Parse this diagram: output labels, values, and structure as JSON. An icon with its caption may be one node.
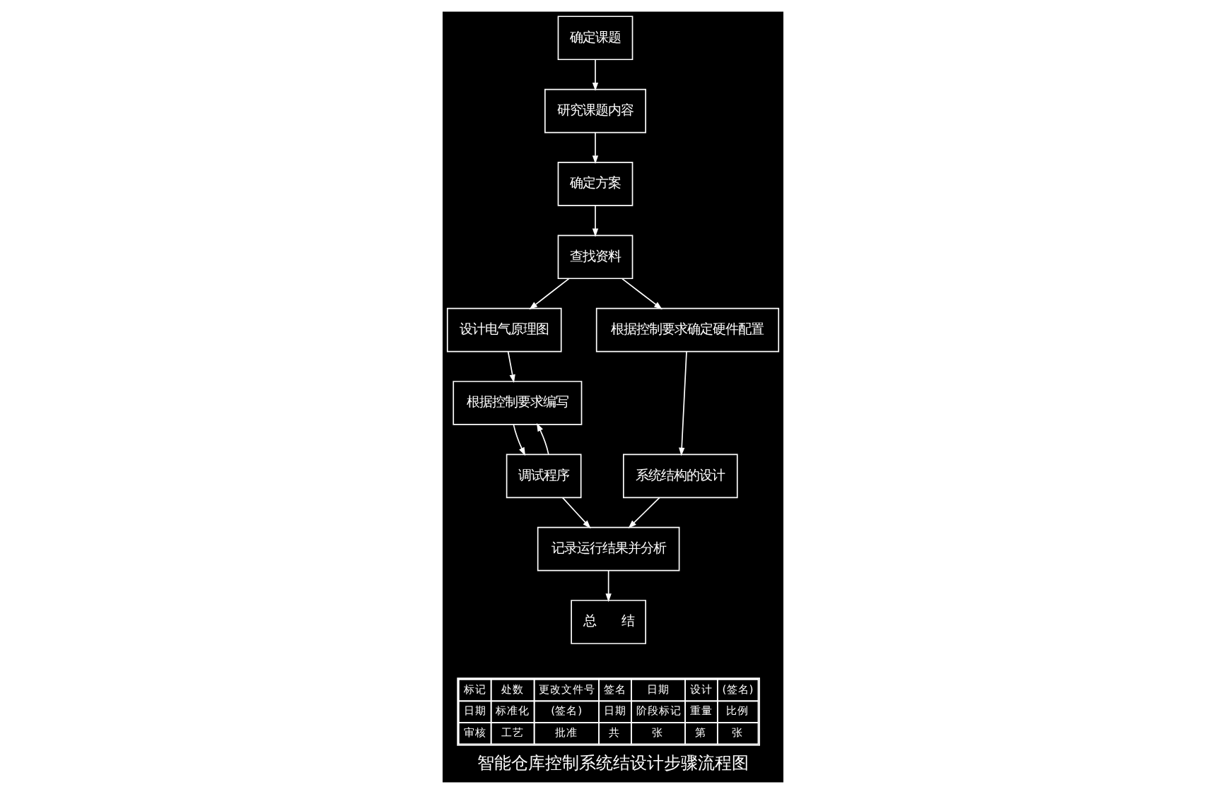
{
  "diagram": {
    "title": "智能仓库控制系统结设计步骤流程图",
    "nodes": [
      {
        "text": [
          "确定课题"
        ]
      },
      {
        "text": [
          "研究课题内容"
        ]
      },
      {
        "text": [
          "确定方案"
        ]
      },
      {
        "text": [
          "查找资料"
        ]
      },
      {
        "text": [
          "设计电气原理图"
        ]
      },
      {
        "text": [
          "根据控制要求确定硬件配置"
        ]
      },
      {
        "text": [
          "根据控制要求编写"
        ]
      },
      {
        "text": [
          "调试程序"
        ]
      },
      {
        "text": [
          "系统结构的设计"
        ]
      },
      {
        "text": [
          "记录运行结果并分析"
        ]
      },
      {
        "text": [
          "总　　结"
        ]
      }
    ],
    "edges": [
      {
        "from": 0,
        "to": 1,
        "arrow": "to"
      },
      {
        "from": 1,
        "to": 2,
        "arrow": "to"
      },
      {
        "from": 2,
        "to": 3,
        "arrow": "to"
      },
      {
        "from": 3,
        "to": 4,
        "arrow": "to"
      },
      {
        "from": 3,
        "to": 5,
        "arrow": "to"
      },
      {
        "from": 4,
        "to": 6,
        "arrow": "to"
      },
      {
        "from": 6,
        "to": 7,
        "arrow": "to"
      },
      {
        "from": 7,
        "to": 6,
        "arrow": "to"
      },
      {
        "from": 5,
        "to": 8,
        "arrow": "to"
      },
      {
        "from": 7,
        "to": 9,
        "arrow": "to"
      },
      {
        "from": 8,
        "to": 9,
        "arrow": "to"
      },
      {
        "from": 9,
        "to": 10,
        "arrow": "to"
      }
    ],
    "labels": [
      "标记",
      "处数",
      "更改文件号",
      "签名",
      "日期",
      "设计",
      "(签名)",
      "日期",
      "标准化",
      "(签名)",
      "日期",
      "阶段标记",
      "重量",
      "比例",
      "审核",
      "工艺",
      "批准",
      "共",
      "张",
      "第",
      "张"
    ]
  }
}
